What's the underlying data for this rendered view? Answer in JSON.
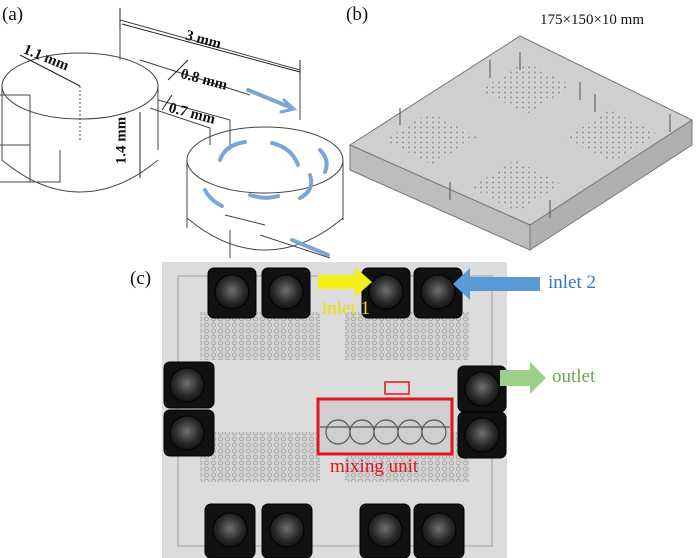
{
  "panel_a": {
    "label": "(a)",
    "dimensions": {
      "width_total": "3 mm",
      "diameter": "1.1 mm",
      "gap": "0.8 mm",
      "channel": "0.7 mm",
      "height": "1.4 mm"
    }
  },
  "panel_b": {
    "label": "(b)",
    "size": "175×150×10 mm"
  },
  "panel_c": {
    "label": "(c)",
    "inlet1": "inlet 1",
    "inlet2": "inlet 2",
    "outlet": "outlet",
    "mixing_unit": "mixing unit"
  },
  "colors": {
    "flow_arrow": "#7aa6d6",
    "inlet1_arrow": "#f2ef1a",
    "inlet1_text": "#e8e000",
    "inlet2_arrow": "#5b9bd5",
    "inlet2_text": "#2e75c6",
    "outlet_arrow": "#9ccf8a",
    "outlet_text": "#6aa84f",
    "mixing_box": "#e0161c"
  }
}
